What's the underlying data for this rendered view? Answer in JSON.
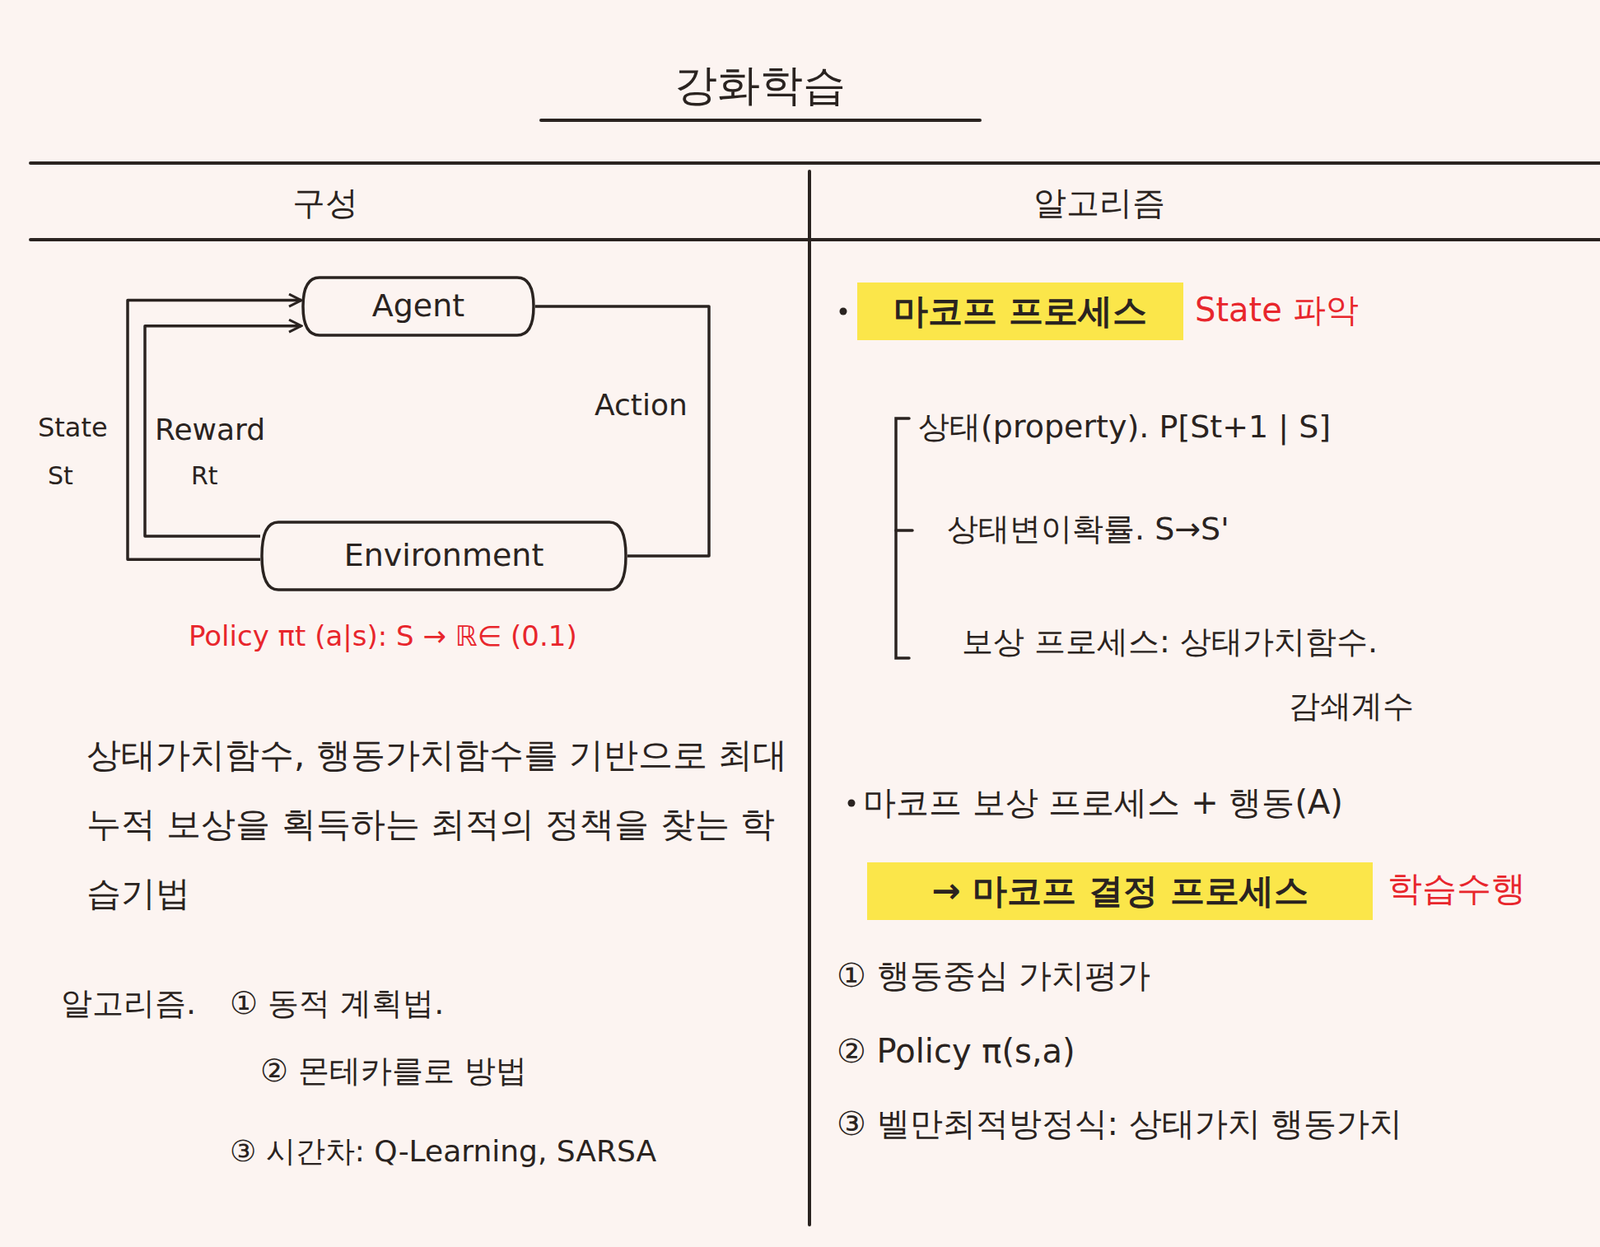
{
  "diagram": {
    "title": "강화학습",
    "nodes": [
      {
        "text": [
          "Agent"
        ]
      },
      {
        "text": [
          "Environment"
        ]
      },
      {
        "text": [
          "마코프 프로세스"
        ]
      },
      {
        "text": [
          "→ 마코프 결정 프로세스"
        ]
      }
    ],
    "edges": [
      {
        "from": 0,
        "to": 1,
        "arrow": "none",
        "label": "Action"
      },
      {
        "from": 1,
        "to": 0,
        "arrow": "to",
        "label": "State"
      },
      {
        "from": 1,
        "to": 0,
        "arrow": "to",
        "label": "Reward"
      }
    ],
    "labels": [
      "구성",
      "알고리즘",
      "St",
      "Rt",
      "Policy πt (a|s): S → ℝ∈ (0.1)",
      "상태가치함수, 행동가치함수를 기반으로 최대누적 보상을 획득하는 최적의 정책을 찾는 학습기법",
      "알고리즘.",
      "① 동적 계획법.",
      "② 몬테카를로 방법",
      "③ 시간차: Q-Learning, SARSA",
      "State 파악",
      "상태(property). P[St+1 | S]",
      "상태변이확률. S→S'",
      "보상 프로세스: 상태가치함수.",
      "감쇄계수",
      "마코프 보상 프로세스 + 행동(A)",
      "학습수행",
      "① 행동중심 가치평가",
      "② Policy π(s,a)",
      "③ 벨만최적방정식: 상태가치 행동가치"
    ]
  }
}
